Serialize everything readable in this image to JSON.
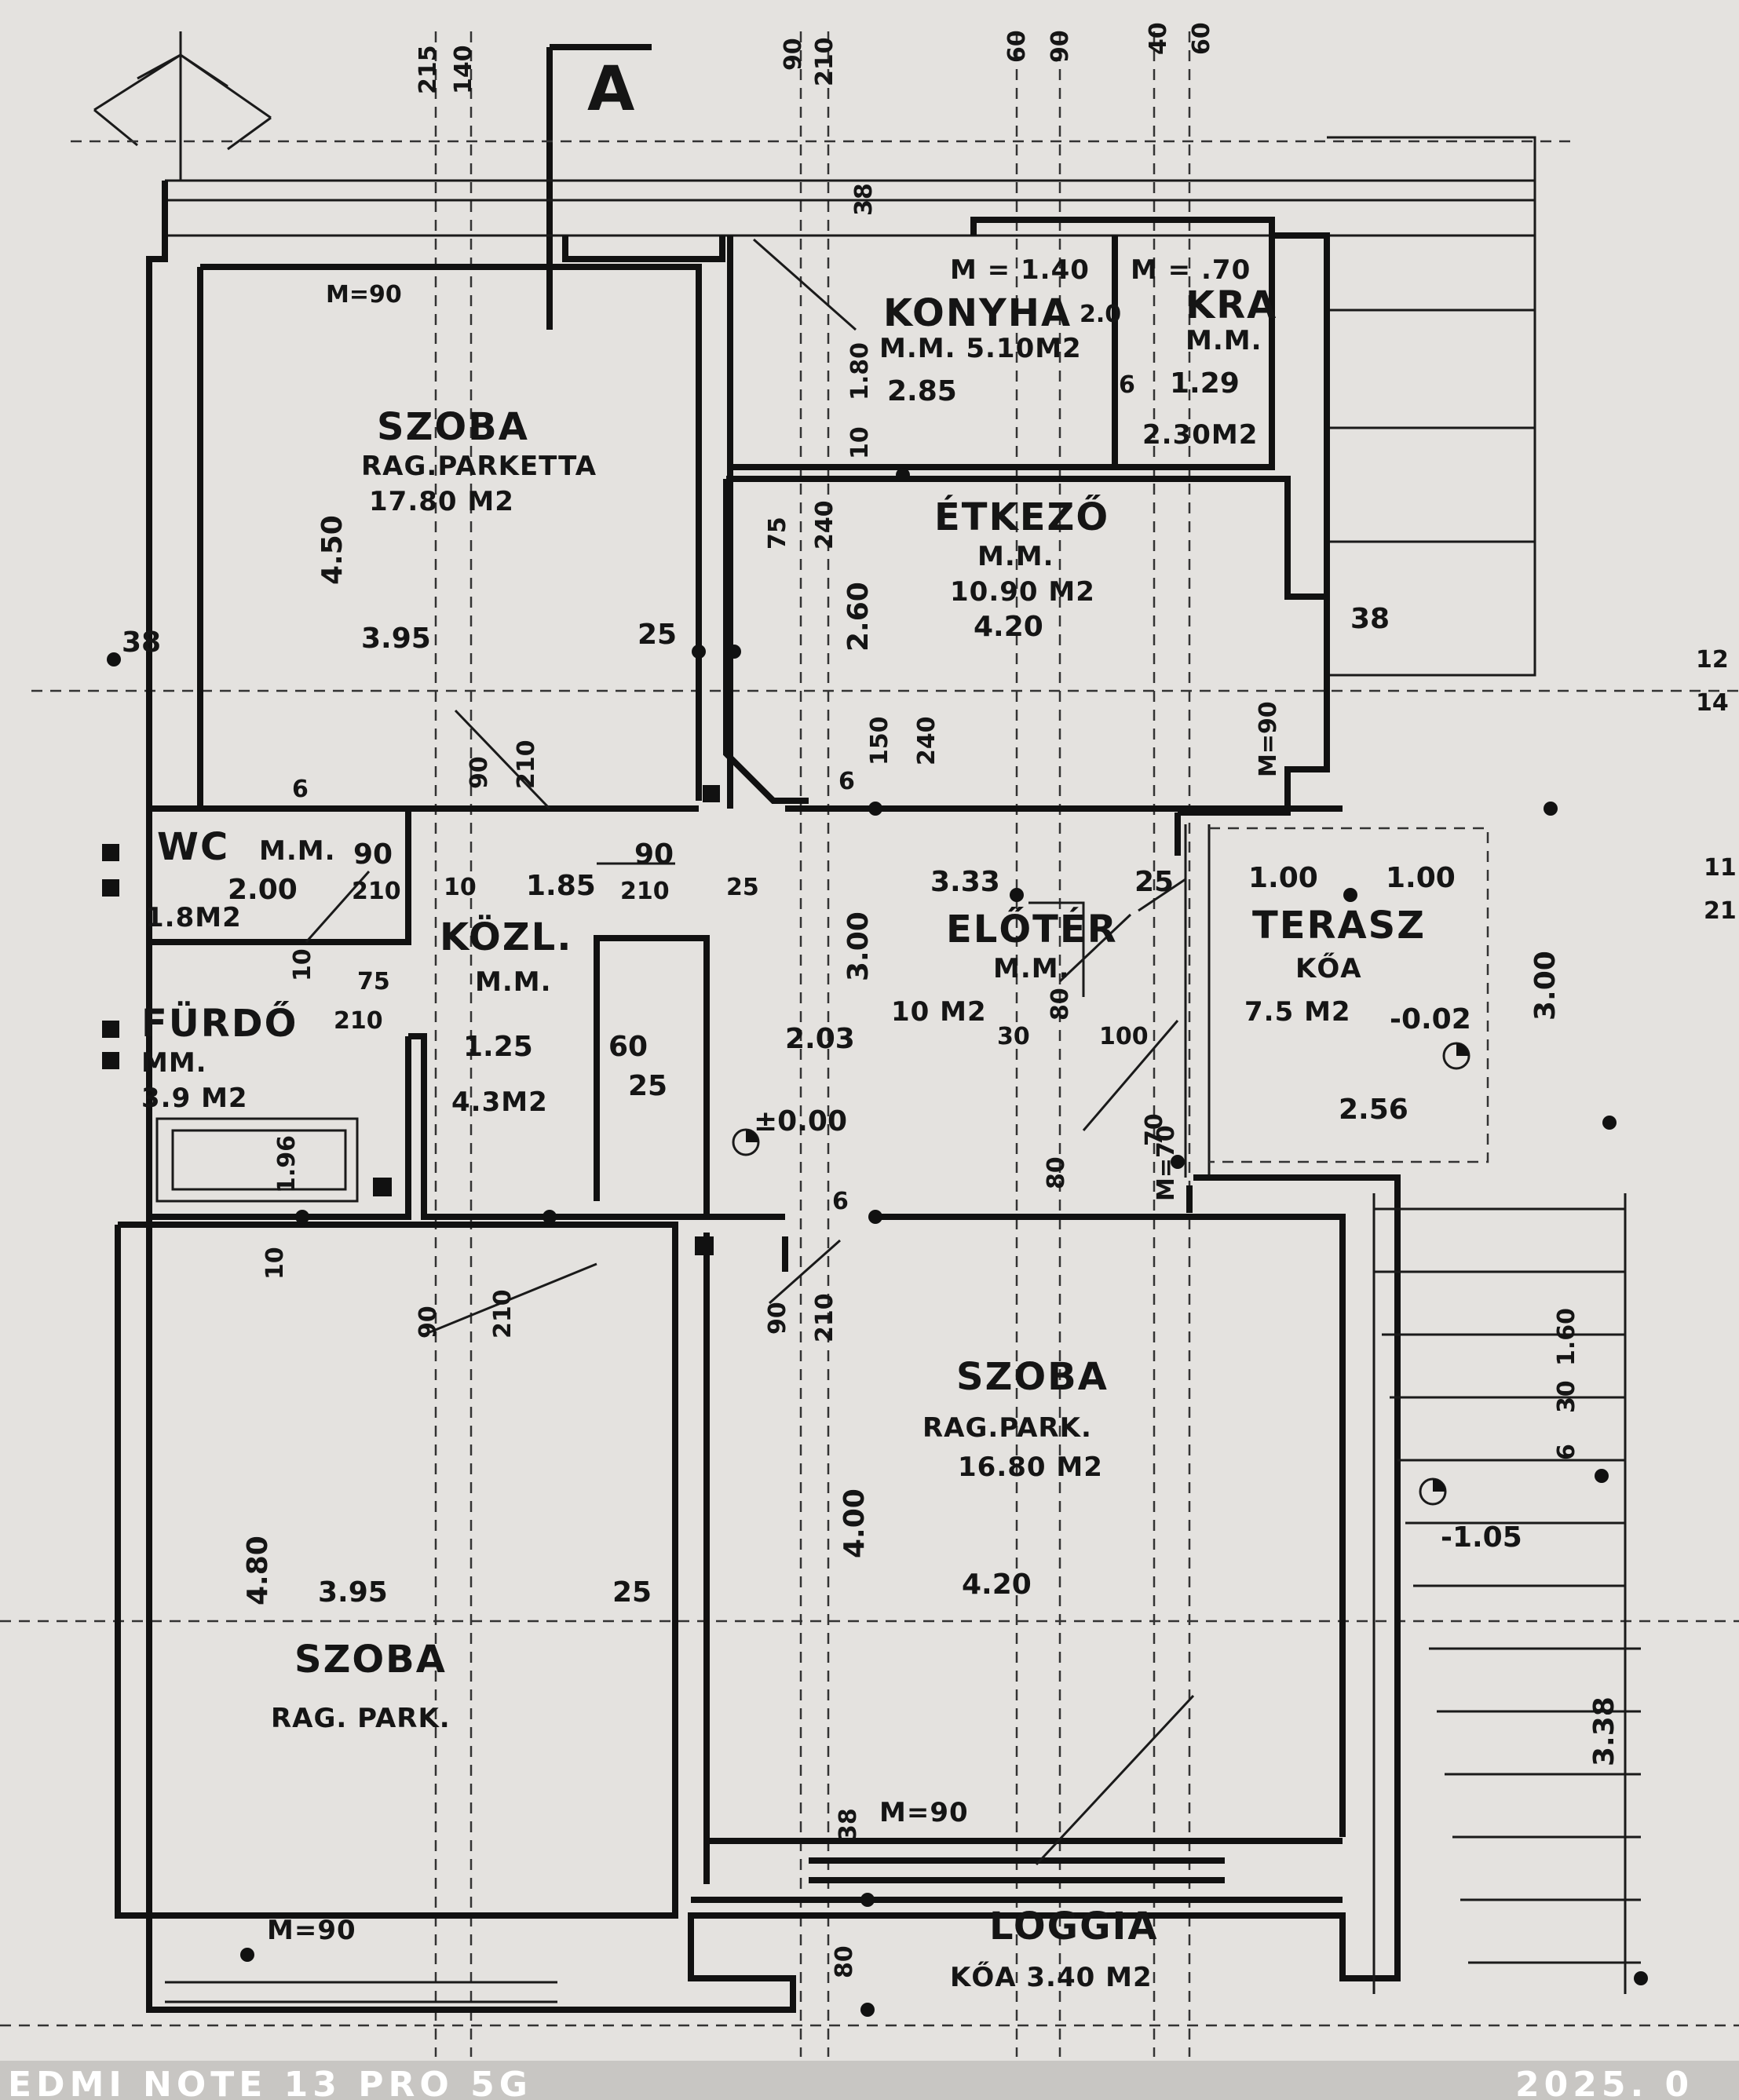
{
  "section_marker": "A",
  "rooms": {
    "room_top_left": {
      "name": "SZOBA",
      "floor": "RAG.PARKETTA",
      "area": "17.80 M2",
      "height": "4.50",
      "width": "3.95"
    },
    "kitchen": {
      "name": "KONYHA",
      "code": "2.0",
      "floor": "M.M. 5.10M2",
      "width": "2.85",
      "door": "M = 1.40",
      "wall": "1.80"
    },
    "pantry": {
      "name": "KRA",
      "floor": "M.M.",
      "width": "1.29",
      "area": "2.30M2",
      "door": "M = .70"
    },
    "dining": {
      "name": "ÉTKEZŐ",
      "floor": "M.M.",
      "area": "10.90 M2",
      "width": "4.20",
      "height": "2.60"
    },
    "wc": {
      "name": "WC",
      "floor": "M.M.",
      "width": "2.00",
      "area": "1.8M2"
    },
    "corridor": {
      "name": "KÖZL.",
      "floor": "M.M.",
      "width": "1.25",
      "area": "4.3M2",
      "dim": "1.85"
    },
    "bathroom": {
      "name": "FÜRDŐ",
      "floor": "MM.",
      "area": "3.9 M2",
      "tub": "1.96"
    },
    "hall": {
      "name": "ELŐTÉR",
      "floor": "M.M.",
      "area": "10 M2",
      "width": "3.33",
      "height": "3.00",
      "dim": "2.03"
    },
    "terrace": {
      "name": "TERASZ",
      "floor": "KŐA",
      "area": "7.5 M2",
      "level": "-0.02",
      "width": "2.56",
      "height": "3.00",
      "seg1": "1.00",
      "seg2": "1.00"
    },
    "room_center": {
      "name": "SZOBA",
      "floor": "RAG.PARK.",
      "area": "16.80 M2",
      "height": "4.00",
      "width": "4.20"
    },
    "room_bottom_left": {
      "name": "SZOBA",
      "floor": "RAG. PARK.",
      "height": "4.80",
      "width": "3.95"
    },
    "loggia": {
      "name": "LOGGIA",
      "area": "KŐA 3.40 M2",
      "depth": "80"
    }
  },
  "doors": {
    "top_left": "M=90",
    "loggia": "M=90",
    "bottom_left": "M=90",
    "dining_right": "M=90",
    "hall": "M=70"
  },
  "levels": {
    "floor": "±0.00",
    "stairs": "-1.05"
  },
  "dimensions": {
    "top": [
      "215",
      "140",
      "90",
      "210",
      "60",
      "90",
      "40",
      "60"
    ],
    "wall_38": "38",
    "wall_25": "25",
    "wall_10": "10",
    "wall_6": "6",
    "d75": "75",
    "d240": "240",
    "d150": "150",
    "d90": "90",
    "d210": "210",
    "d60": "60",
    "d80": "80",
    "d100": "100",
    "d30": "30",
    "d70": "70",
    "stairs_a": "1.60",
    "stairs_b": "30",
    "stairs_c": "6",
    "side_338": "3.38",
    "edge_a": "12",
    "edge_b": "14",
    "edge_c": "11",
    "edge_d": "21"
  },
  "footer": {
    "left": "EDMI NOTE 13 PRO 5G",
    "right": "2025. 0"
  }
}
